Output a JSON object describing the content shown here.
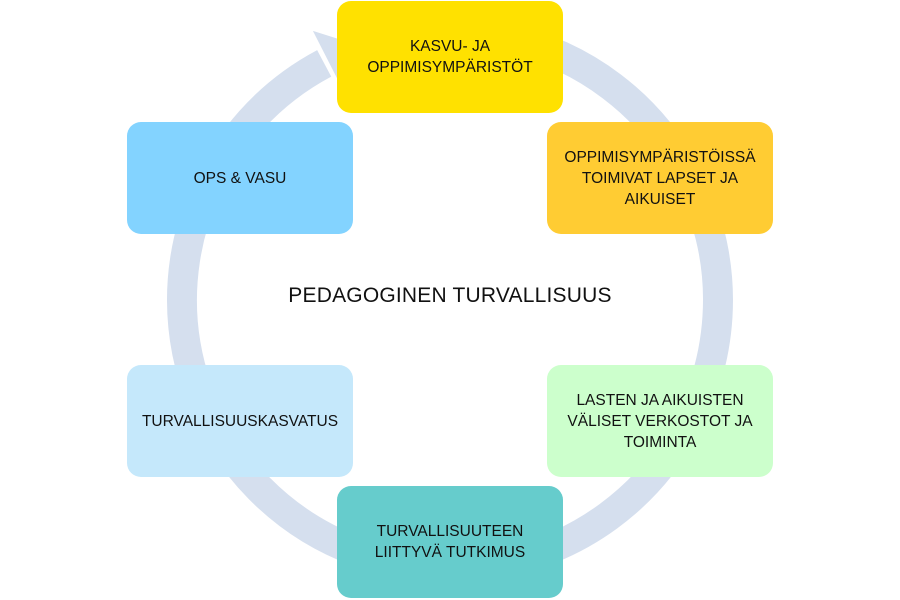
{
  "diagram": {
    "center_label": "PEDAGOGINEN TURVALLISUUS",
    "nodes": [
      {
        "label": "KASVU- JA\nOPPIMISYMPÄRISTÖT",
        "color": "#FFE100"
      },
      {
        "label": "OPPIMISYMPÄRISTÖISSÄ\nTOIMIVAT LAPSET JA\nAIKUISET",
        "color": "#FFCC33"
      },
      {
        "label": "LASTEN JA AIKUISTEN\nVÄLISET VERKOSTOT JA\nTOIMINTA",
        "color": "#CCFFCC"
      },
      {
        "label": "TURVALLISUUTEEN\nLIITTYVÄ TUTKIMUS",
        "color": "#66CCCC"
      },
      {
        "label": "TURVALLISUUSKASVATUS",
        "color": "#C5E8FB"
      },
      {
        "label": "OPS & VASU",
        "color": "#83D3FF"
      }
    ],
    "ring_color": "#D5DFEE",
    "direction": "clockwise"
  }
}
